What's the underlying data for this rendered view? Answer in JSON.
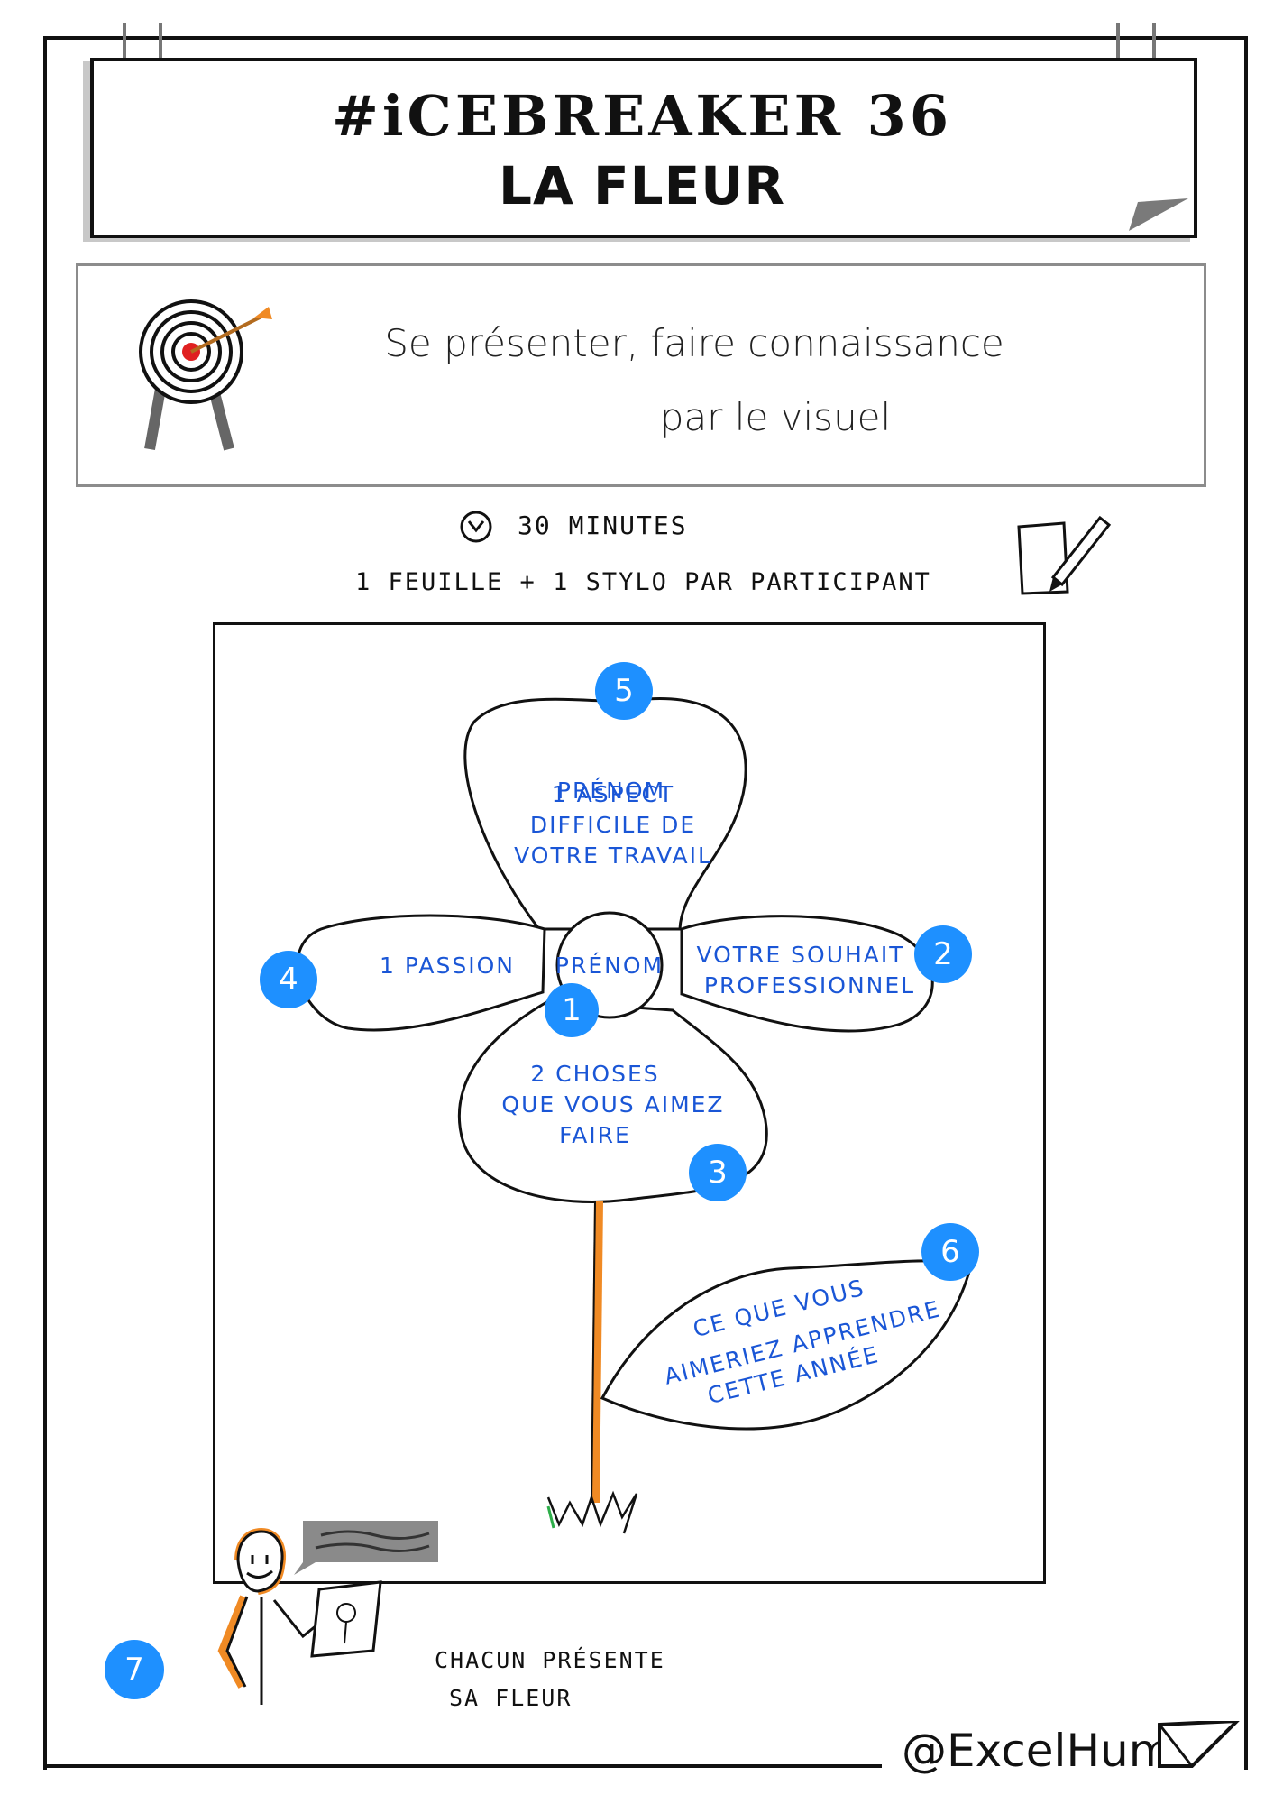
{
  "header": {
    "title_line1": "#iCEBREAKER 36",
    "title_line2": "LA FLEUR"
  },
  "objective": {
    "icon": "target-icon",
    "line1": "Se présenter, faire connaissance",
    "line2": "par le visuel"
  },
  "info": {
    "duration_icon": "clock-icon",
    "duration": "30 MINUTES",
    "materials": "1 FEUILLE + 1 STYLO PAR PARTICIPANT",
    "materials_icon": "paper-pencil-icon"
  },
  "flower": {
    "center": {
      "number": "1",
      "label": "PRÉNOM"
    },
    "petals": [
      {
        "number": "2",
        "lines": [
          "VOTRE SOUHAIT",
          "PROFESSIONNEL"
        ]
      },
      {
        "number": "3",
        "lines": [
          "2 CHOSES",
          "QUE VOUS AIMEZ",
          "FAIRE"
        ]
      },
      {
        "number": "4",
        "lines": [
          "1 PASSION"
        ]
      },
      {
        "number": "5",
        "lines": [
          "1 ASPECT",
          "DIFFICILE DE",
          "VOTRE TRAVAIL"
        ]
      }
    ],
    "leaf": {
      "number": "6",
      "lines": [
        "CE QUE VOUS",
        "AIMERIEZ APPRENDRE",
        "CETTE ANNÉE"
      ]
    }
  },
  "presentation": {
    "number": "7",
    "lines": [
      "CHACUN PRÉSENTE",
      "SA FLEUR"
    ]
  },
  "footer": {
    "handle": "@ExcelHum"
  },
  "colors": {
    "badge": "#1e90ff",
    "handwriting_blue": "#1a56d6",
    "stem": "#f08a24"
  }
}
